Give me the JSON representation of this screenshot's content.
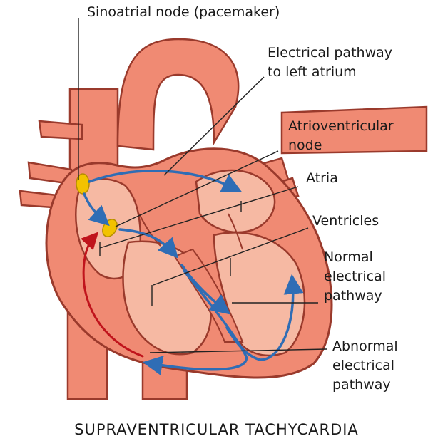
{
  "labels": {
    "sinoatrial": "Sinoatrial node (pacemaker)",
    "pathway_left_atrium_1": "Electrical pathway",
    "pathway_left_atrium_2": "to left atrium",
    "av_node_1": "Atrioventricular",
    "av_node_2": "node",
    "atria": "Atria",
    "ventricles": "Ventricles",
    "normal_1": "Normal",
    "normal_2": "electrical",
    "normal_3": "pathway",
    "abnormal_1": "Abnormal",
    "abnormal_2": "electrical",
    "abnormal_3": "pathway"
  },
  "title": "SUPRAVENTRICULAR TACHYCARDIA",
  "colors": {
    "heart_fill": "#f08a73",
    "heart_light": "#f6b9a3",
    "heart_outline": "#9a3a2c",
    "node": "#f2c200",
    "normal_arrow": "#2f6db5",
    "abnormal_arrow": "#c0141c",
    "leader": "#222222"
  }
}
